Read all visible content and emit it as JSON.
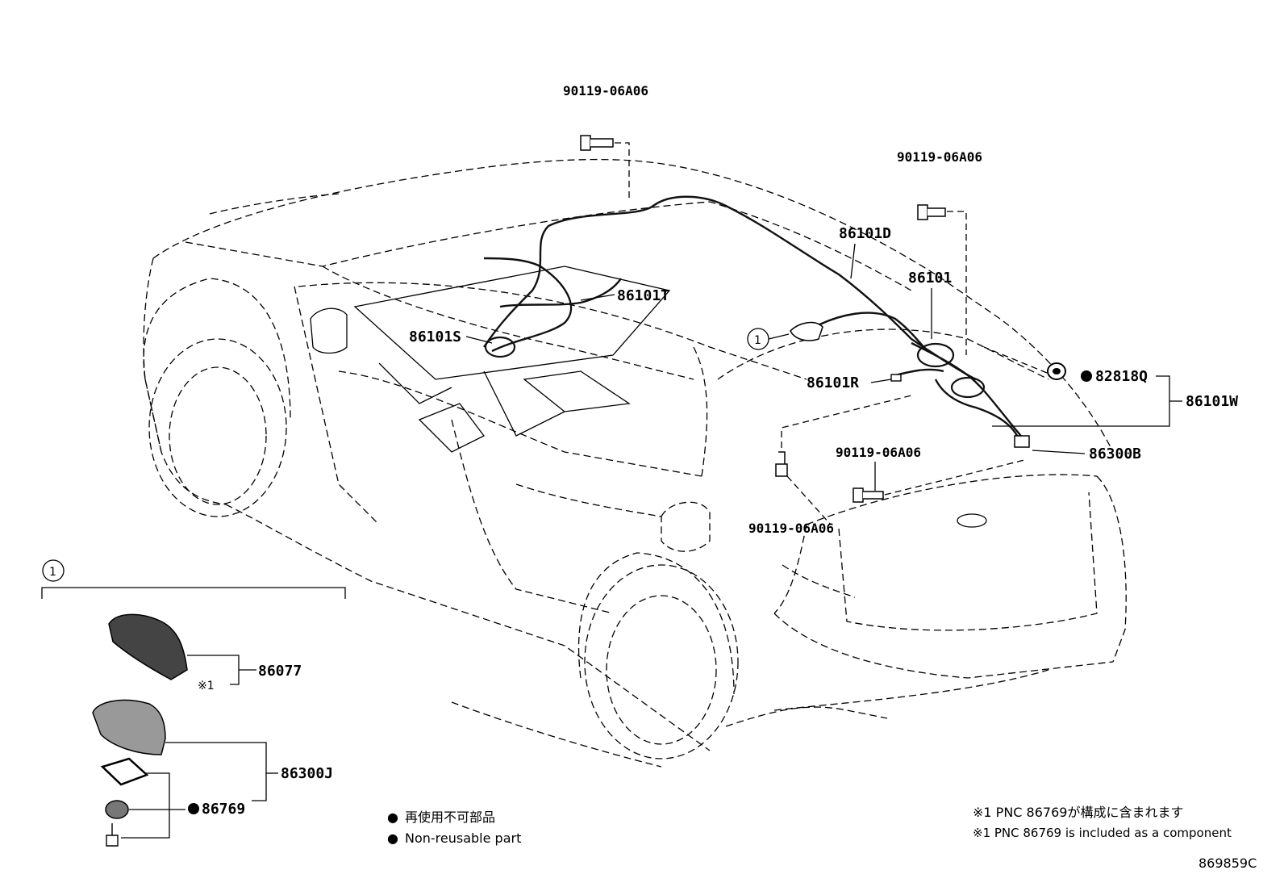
{
  "callouts": {
    "bolt_top": "90119-06A06",
    "bolt_right": "90119-06A06",
    "bolt_mid": "90119-06A06",
    "bolt_low": "90119-06A06",
    "p86101D": "86101D",
    "p86101": "86101",
    "p86101T": "86101T",
    "p86101S": "86101S",
    "p86101R": "86101R",
    "p82818Q": "82818Q",
    "p86101W": "86101W",
    "p86300B": "86300B",
    "p86077": "86077",
    "p86300J": "86300J",
    "p86769": "86769",
    "circle_ref": "1",
    "sub_ref": "1",
    "note_mark": "※1"
  },
  "legend": {
    "bullet": "●",
    "line_ja": "再使用不可部品",
    "line_en": "Non-reusable part"
  },
  "notes": {
    "line1": "※1 PNC 86769が構成に含まれます",
    "line2": "※1 PNC 86769 is included as a component"
  },
  "figure_id": "869859C"
}
